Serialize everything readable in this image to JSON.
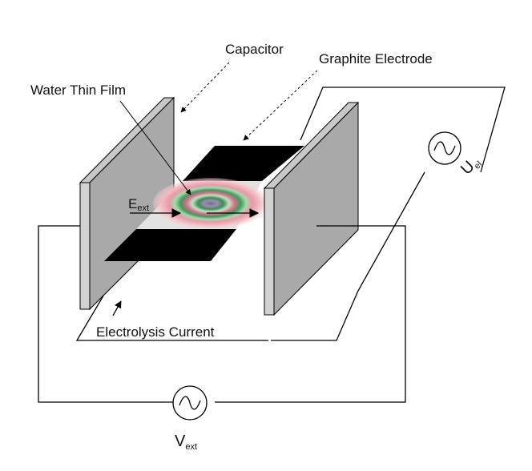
{
  "labels": {
    "capacitor": "Capacitor",
    "graphite_electrode": "Graphite Electrode",
    "water_thin_film": "Water Thin Film",
    "e_ext_main": "E",
    "e_ext_sub": "ext",
    "electrolysis_current": "Electrolysis Current",
    "u_el_main": "U",
    "u_el_sub": "el",
    "v_ext_main": "V",
    "v_ext_sub": "ext"
  },
  "colors": {
    "plate_face": "#a9a9a9",
    "plate_edge": "#d2d2d2",
    "electrode": "#000000",
    "wire": "#000000"
  }
}
